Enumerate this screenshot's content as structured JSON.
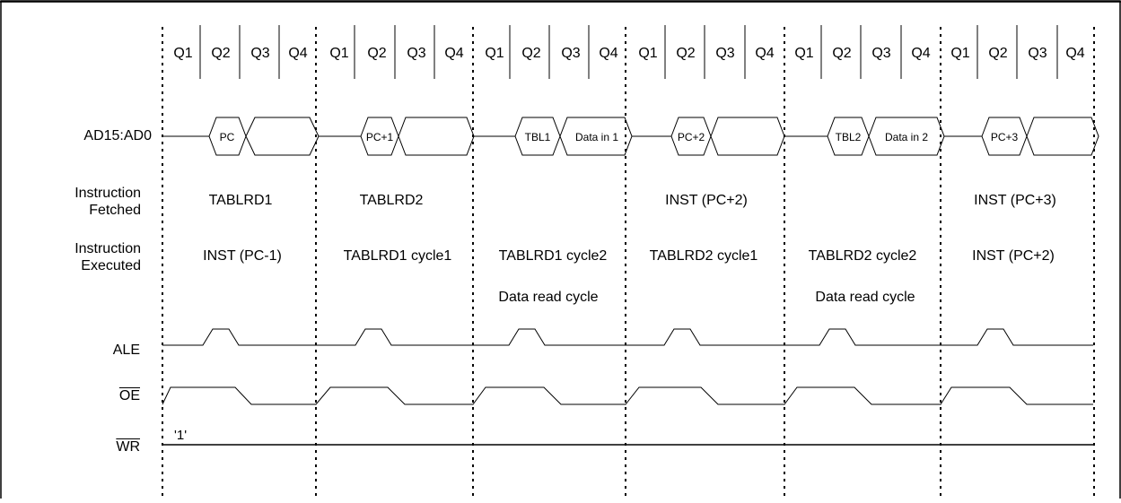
{
  "phases": [
    "Q1",
    "Q2",
    "Q3",
    "Q4"
  ],
  "cycle_count": 6,
  "signals": {
    "ad_bus": "AD15:AD0",
    "instruction_fetched": "Instruction Fetched",
    "instruction_executed": "Instruction Executed",
    "ale": "ALE",
    "oe": "OE",
    "wr": "WR"
  },
  "bus_values": [
    "PC",
    "PC+1",
    "TBL1",
    "Data in 1",
    "PC+2",
    "TBL2",
    "Data in 2",
    "PC+3"
  ],
  "fetched": [
    "TABLRD1",
    "TABLRD2",
    "",
    "INST (PC+2)",
    "",
    "INST (PC+3)"
  ],
  "executed": [
    "INST (PC-1)",
    "TABLRD1 cycle1",
    "TABLRD1 cycle2",
    "TABLRD2 cycle1",
    "TABLRD2 cycle2",
    "INST (PC+2)"
  ],
  "data_read_note": "Data read cycle",
  "wr_level_note": "'1'"
}
